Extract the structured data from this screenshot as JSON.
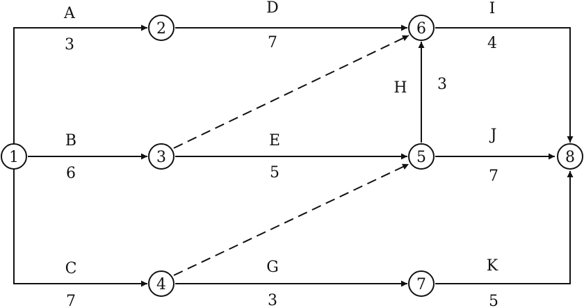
{
  "nodes": [
    {
      "id": "1",
      "label": "1"
    },
    {
      "id": "2",
      "label": "2"
    },
    {
      "id": "3",
      "label": "3"
    },
    {
      "id": "4",
      "label": "4"
    },
    {
      "id": "5",
      "label": "5"
    },
    {
      "id": "6",
      "label": "6"
    },
    {
      "id": "7",
      "label": "7"
    },
    {
      "id": "8",
      "label": "8"
    }
  ],
  "activities": [
    {
      "id": "A",
      "name": "A",
      "duration": "3",
      "from": "1",
      "to": "2"
    },
    {
      "id": "B",
      "name": "B",
      "duration": "6",
      "from": "1",
      "to": "3"
    },
    {
      "id": "C",
      "name": "C",
      "duration": "7",
      "from": "1",
      "to": "4"
    },
    {
      "id": "D",
      "name": "D",
      "duration": "7",
      "from": "2",
      "to": "6"
    },
    {
      "id": "E",
      "name": "E",
      "duration": "5",
      "from": "3",
      "to": "5"
    },
    {
      "id": "G",
      "name": "G",
      "duration": "3",
      "from": "4",
      "to": "7"
    },
    {
      "id": "H",
      "name": "H",
      "duration": "3",
      "from": "5",
      "to": "6"
    },
    {
      "id": "I",
      "name": "I",
      "duration": "4",
      "from": "6",
      "to": "8"
    },
    {
      "id": "J",
      "name": "J",
      "duration": "7",
      "from": "5",
      "to": "8"
    },
    {
      "id": "K",
      "name": "K",
      "duration": "5",
      "from": "7",
      "to": "8"
    }
  ],
  "dummies": [
    {
      "from": "3",
      "to": "6"
    },
    {
      "from": "4",
      "to": "5"
    }
  ]
}
